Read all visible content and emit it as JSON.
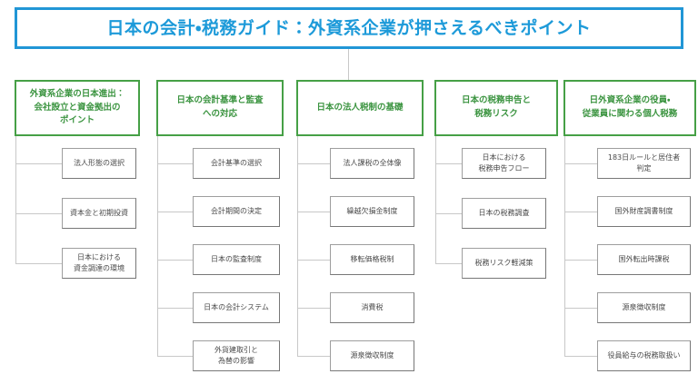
{
  "title": {
    "text": "日本の会計・税務ガイド：外資系企業が押さえるべきポイント",
    "border_color": "#2196d6",
    "text_color": "#1d9ad9"
  },
  "theme": {
    "header_border_color": "#46a046",
    "header_text_color": "#3b9440",
    "node_border_color": "#9e9e9e",
    "node_text_color": "#4a4a4a",
    "connector_color": "#c8c8c8",
    "background": "#ffffff"
  },
  "columns": [
    {
      "header": "外資系企業の日本進出：\n会社設立と資金拠出の\nポイント",
      "items": [
        "法人形態の選択",
        "資本金と初期投資",
        "日本における\n資金調達の環境"
      ]
    },
    {
      "header": "日本の会計基準と監査\nへの対応",
      "items": [
        "会計基準の選択",
        "会計期間の決定",
        "日本の監査制度",
        "日本の会計システム",
        "外貨建取引と\n為替の影響"
      ]
    },
    {
      "header": "日本の法人税制の基礎",
      "items": [
        "法人課税の全体像",
        "繰越欠損金制度",
        "移転価格税制",
        "消費税",
        "源泉徴収制度"
      ]
    },
    {
      "header": "日本の税務申告と\n税務リスク",
      "items": [
        "日本における\n税務申告フロー",
        "日本の税務調査",
        "税務リスク軽減策"
      ]
    },
    {
      "header": "日外資系企業の役員・\n従業員に関わる個人税務",
      "items": [
        "183日ルールと居住者\n判定",
        "国外財産調書制度",
        "国外転出時課税",
        "源泉徴収制度",
        "役員給与の税務取扱い"
      ]
    }
  ]
}
